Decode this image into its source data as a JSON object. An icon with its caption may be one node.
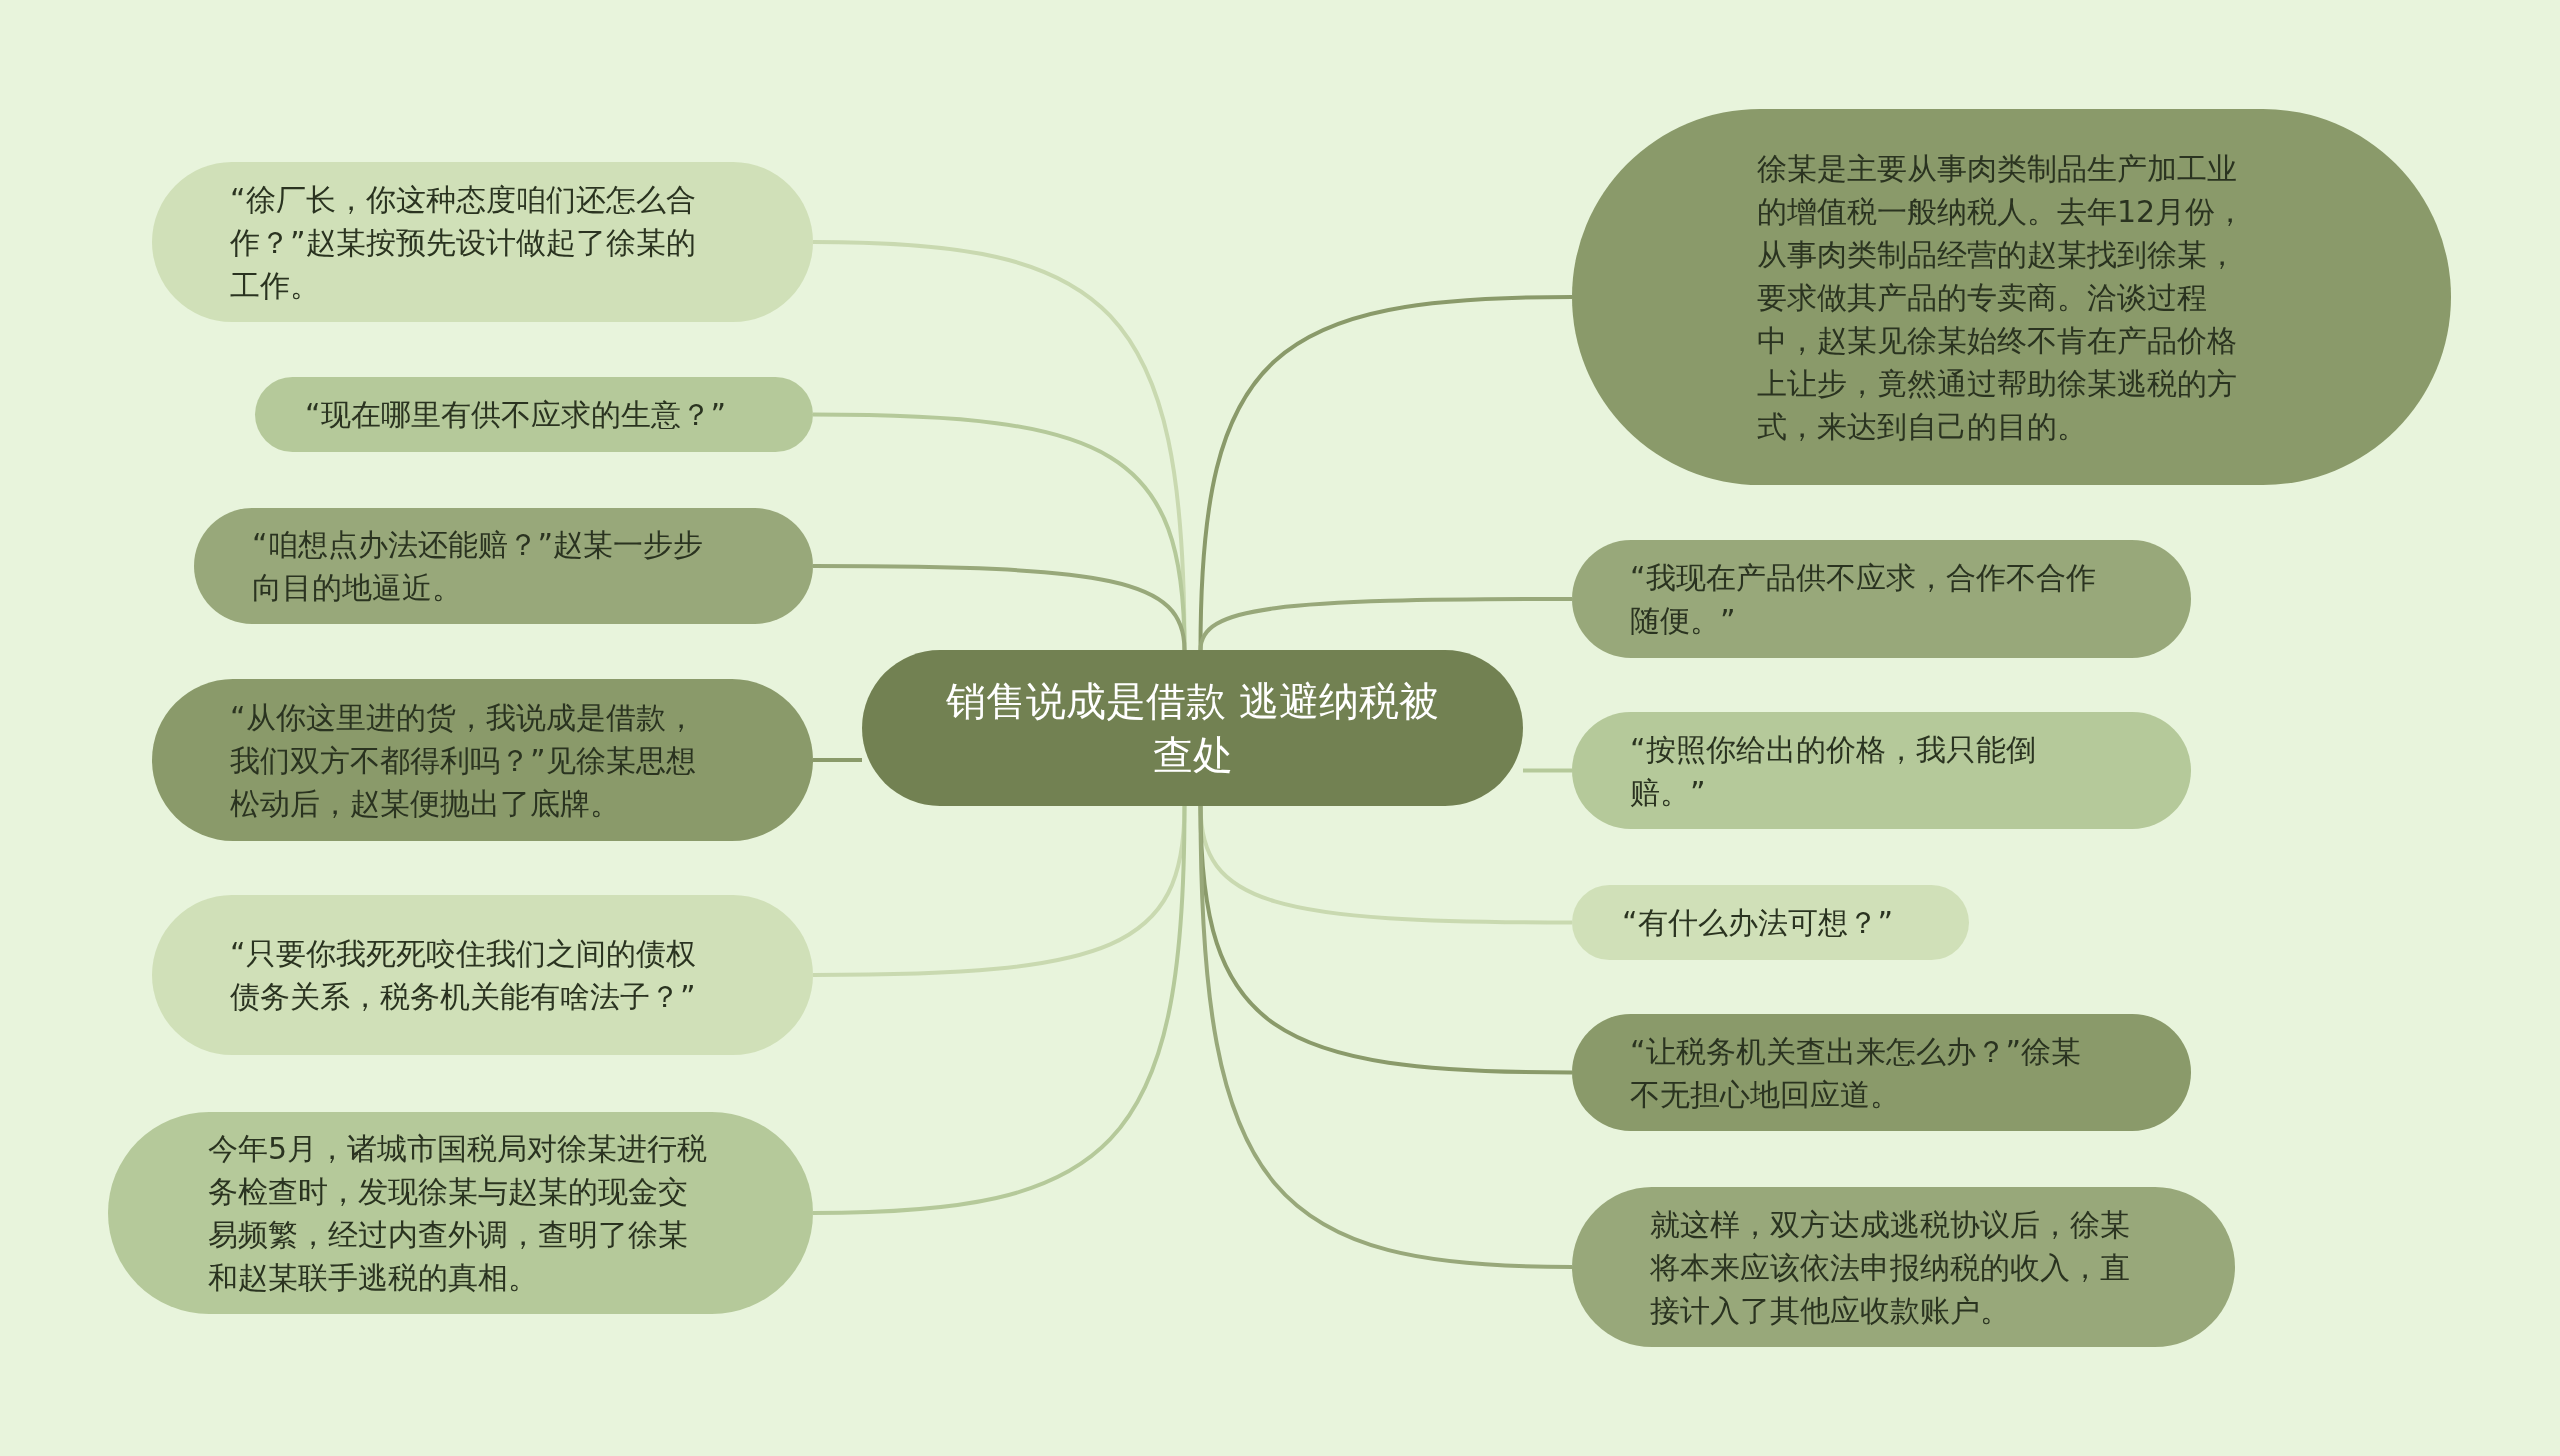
{
  "diagram": {
    "nodes": [
      {
        "text": [
          "销售说成是借款 逃避纳税被查处"
        ]
      },
      {
        "text": [
          "“徐厂长，你这种态度咱们还怎么合作？”赵某按预先设计做起了徐某的工作。"
        ]
      },
      {
        "text": [
          "“现在哪里有供不应求的生意？”"
        ]
      },
      {
        "text": [
          "“咱想点办法还能赔？”赵某一步步向目的地逼近。"
        ]
      },
      {
        "text": [
          "“从你这里进的货，我说成是借款，我们双方不都得利吗？”见徐某思想松动后，赵某便抛出了底牌。"
        ]
      },
      {
        "text": [
          "“只要你我死死咬住我们之间的债权债务关系，税务机关能有啥法子？”"
        ]
      },
      {
        "text": [
          "今年5月，诸城市国税局对徐某进行税务检查时，发现徐某与赵某的现金交易频繁，经过内查外调，查明了徐某和赵某联手逃税的真相。"
        ]
      },
      {
        "text": [
          "徐某是主要从事肉类制品生产加工业的增值税一般纳税人。去年12月份，从事肉类制品经营的赵某找到徐某，要求做其产品的专卖商。洽谈过程中，赵某见徐某始终不肯在产品价格上让步，竟然通过帮助徐某逃税的方式，来达到自己的目的。"
        ]
      },
      {
        "text": [
          "“我现在产品供不应求，合作不合作随便。”"
        ]
      },
      {
        "text": [
          "“按照你给出的价格，我只能倒赔。”"
        ]
      },
      {
        "text": [
          "“有什么办法可想？”"
        ]
      },
      {
        "text": [
          "“让税务机关查出来怎么办？”徐某不无担心地回应道。"
        ]
      },
      {
        "text": [
          "就这样，双方达成逃税协议后，徐某将本来应该依法申报纳税的收入，直接计入了其他应收款账户。"
        ]
      }
    ],
    "edges": [
      {
        "from": 0,
        "to": 1,
        "arrow": "none",
        "color": "#c9d9b0"
      },
      {
        "from": 0,
        "to": 2,
        "arrow": "none",
        "color": "#b5c99a"
      },
      {
        "from": 0,
        "to": 3,
        "arrow": "none",
        "color": "#98a87a"
      },
      {
        "from": 0,
        "to": 4,
        "arrow": "none",
        "color": "#8a9a6a"
      },
      {
        "from": 0,
        "to": 5,
        "arrow": "none",
        "color": "#c9d9b0"
      },
      {
        "from": 0,
        "to": 6,
        "arrow": "none",
        "color": "#b5c99a"
      },
      {
        "from": 0,
        "to": 7,
        "arrow": "none",
        "color": "#8a9a6a"
      },
      {
        "from": 0,
        "to": 8,
        "arrow": "none",
        "color": "#98a87a"
      },
      {
        "from": 0,
        "to": 9,
        "arrow": "none",
        "color": "#b5c99a"
      },
      {
        "from": 0,
        "to": 10,
        "arrow": "none",
        "color": "#c9d9b0"
      },
      {
        "from": 0,
        "to": 11,
        "arrow": "none",
        "color": "#8a9a6a"
      },
      {
        "from": 0,
        "to": 12,
        "arrow": "none",
        "color": "#98a87a"
      }
    ]
  }
}
